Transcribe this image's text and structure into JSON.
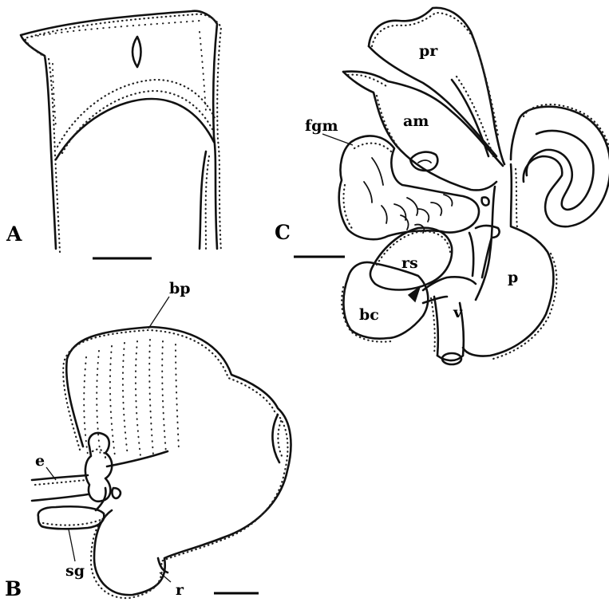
{
  "panels": [
    {
      "letter": "A"
    },
    {
      "letter": "B",
      "labels": [
        "bp",
        "e",
        "sg",
        "r"
      ]
    },
    {
      "letter": "C",
      "labels": [
        "pr",
        "am",
        "fgm",
        "rs",
        "bc",
        "v",
        "p"
      ]
    }
  ],
  "colors": {
    "ink": "#111111",
    "background": "#ffffff"
  }
}
